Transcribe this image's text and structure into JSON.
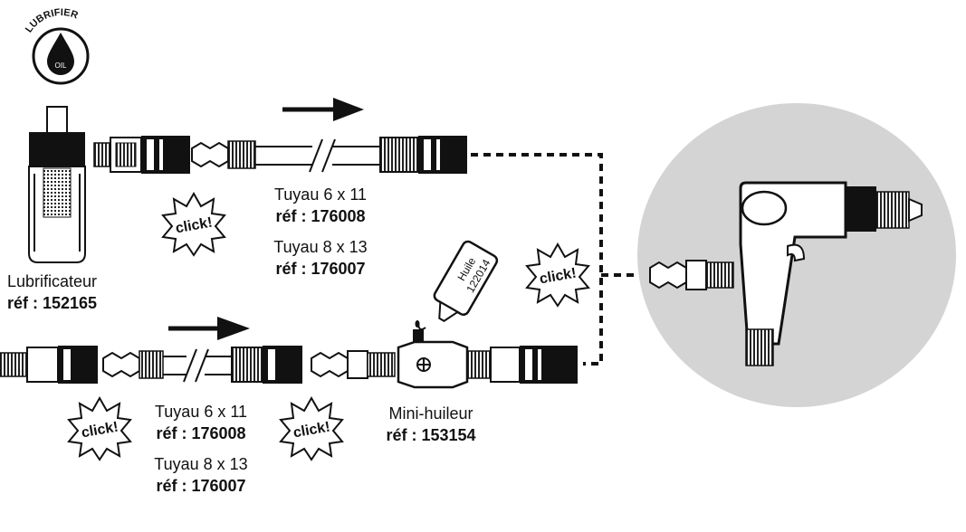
{
  "badge": {
    "top_text": "LUBRIFIER",
    "inner_text": "OIL"
  },
  "click_text": "click!",
  "bottle": {
    "line1": "Huile",
    "line2": "122014"
  },
  "labels": {
    "lubricator_name": "Lubrificateur",
    "lubricator_ref": "réf : 152165",
    "top_hose_1_name": "Tuyau 6 x 11",
    "top_hose_1_ref": "réf : 176008",
    "top_hose_2_name": "Tuyau 8 x 13",
    "top_hose_2_ref": "réf : 176007",
    "bottom_hose_1_name": "Tuyau 6 x 11",
    "bottom_hose_1_ref": "réf : 176008",
    "bottom_hose_2_name": "Tuyau 8 x 13",
    "bottom_hose_2_ref": "réf : 176007",
    "mini_oiler_name": "Mini-huileur",
    "mini_oiler_ref": "réf : 153154"
  },
  "colors": {
    "line": "#111111",
    "tool_bg": "#d4d4d4",
    "white": "#ffffff"
  }
}
